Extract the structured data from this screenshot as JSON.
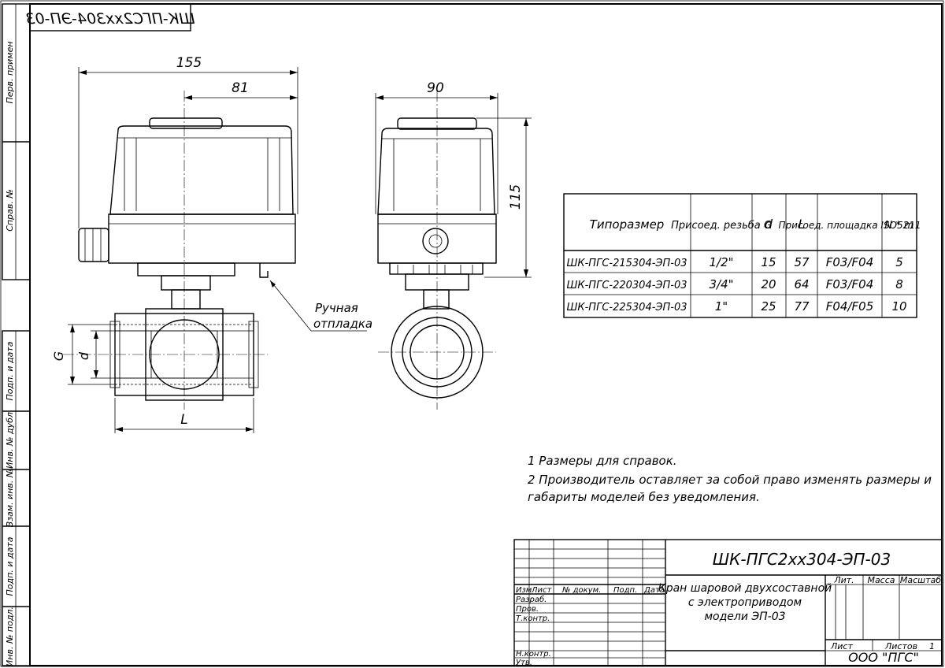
{
  "stamp_code_mirrored": "ШК-ПГС2хх304-ЭП-03",
  "side_stamp": {
    "perv_primen": "Перв. примен",
    "sprav_no": "Справ. №",
    "podp_data_1": "Подп. и дата",
    "inv_dubl": "Инв. № дубл",
    "vzam_inv": "Взам. инв. №",
    "podp_data_2": "Подп. и дата",
    "inv_podl": "Инв. № подл."
  },
  "dimensions": {
    "overall_length": "155",
    "axis_offset": "81",
    "width": "90",
    "height": "115",
    "port_length": "L",
    "thread": "G",
    "bore": "d"
  },
  "callout": {
    "line1": "Ручная",
    "line2": "отпладка"
  },
  "spec_table": {
    "headers": [
      "Типоразмер",
      "Присоед. резьба G",
      "d",
      "L",
      "Присоед. площадка ISO5211",
      "N * m"
    ],
    "rows": [
      [
        "ШК-ПГС-215304-ЭП-03",
        "1/2\"",
        "15",
        "57",
        "F03/F04",
        "5"
      ],
      [
        "ШК-ПГС-220304-ЭП-03",
        "3/4\"",
        "20",
        "64",
        "F03/F04",
        "8"
      ],
      [
        "ШК-ПГС-225304-ЭП-03",
        "1\"",
        "25",
        "77",
        "F04/F05",
        "10"
      ]
    ]
  },
  "notes": {
    "n1": "1 Размеры для справок.",
    "n2a": "2 Производитель оставляет за собой право изменять размеры и",
    "n2b": "габариты моделей без уведомления."
  },
  "title_block": {
    "designation": "ШК-ПГС2хх304-ЭП-03",
    "name_l1": "Кран шаровой двухсоставной",
    "name_l2": "с электроприводом",
    "name_l3": "модели ЭП-03",
    "col_izm": "Изм",
    "col_list": "Лист",
    "col_doc": "№ докум.",
    "col_podp": "Подп.",
    "col_data": "Дата",
    "razrab": "Разраб.",
    "prov": "Пров.",
    "tkontr": "Т.контр.",
    "nkontr": "Н.контр.",
    "utv": "Утв.",
    "lit": "Лит.",
    "massa": "Масса",
    "masshtab": "Масштаб",
    "list_label": "Лист",
    "listov_label": "Листов",
    "listov_value": "1",
    "company": "ООО \"ПГС\""
  }
}
